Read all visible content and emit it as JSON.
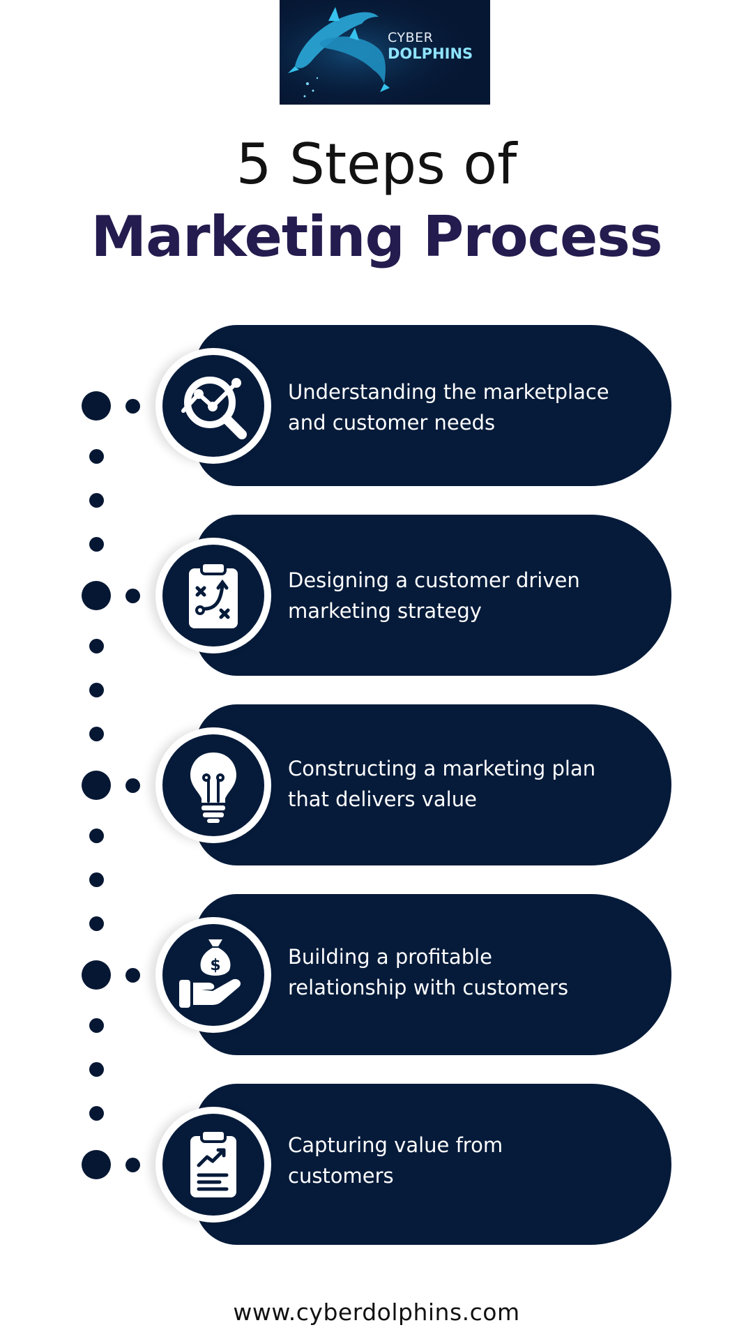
{
  "logo": {
    "line1": "CYBER",
    "line2": "DOLPHINS"
  },
  "title": {
    "line1": "5 Steps of",
    "line2": "Marketing Process"
  },
  "steps": [
    {
      "line1": "Understanding the marketplace",
      "line2": "and customer needs",
      "icon": "analytics-search-icon"
    },
    {
      "line1": "Designing a customer driven",
      "line2": "marketing strategy",
      "icon": "strategy-clipboard-icon"
    },
    {
      "line1": "Constructing a marketing plan",
      "line2": "that delivers value",
      "icon": "lightbulb-icon"
    },
    {
      "line1": "Building a profitable",
      "line2": "relationship with customers",
      "icon": "money-bag-hand-icon"
    },
    {
      "line1": "Capturing value from",
      "line2": "customers",
      "icon": "report-clipboard-icon"
    }
  ],
  "footer": {
    "url": "www.cyberdolphins.com"
  },
  "colors": {
    "navy": "#061b3a",
    "title_purple": "#241b4e",
    "logo_cyan": "#8fe4ff"
  }
}
